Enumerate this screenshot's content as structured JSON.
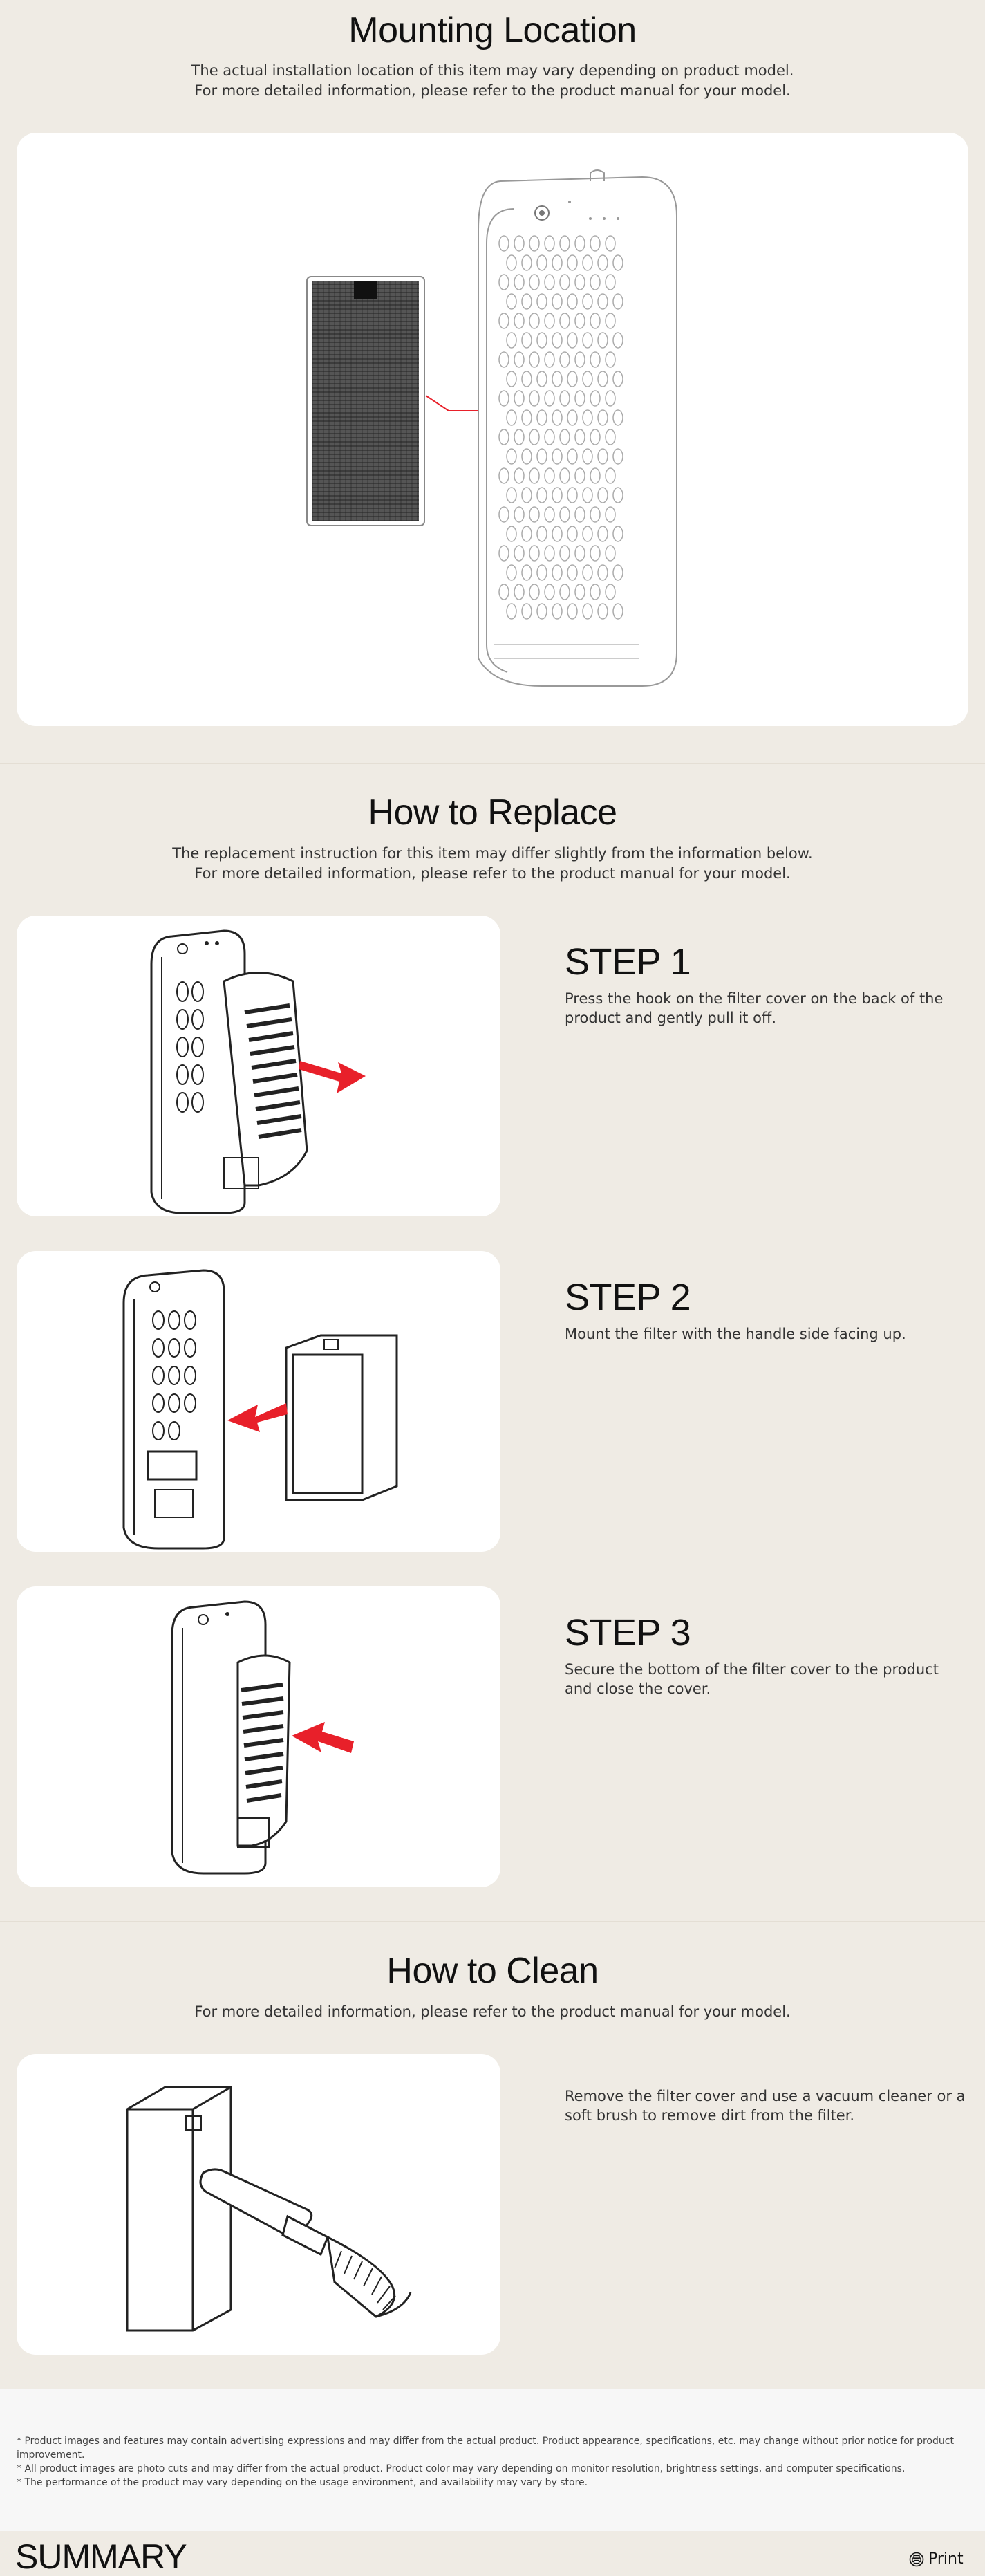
{
  "mounting": {
    "title": "Mounting Location",
    "subtitle_line1": "The actual installation location of this item may vary depending on product model.",
    "subtitle_line2": "For more detailed information, please refer to the product manual for your model."
  },
  "replace": {
    "title": "How to Replace",
    "subtitle_line1": "The replacement instruction for this item may differ slightly from the information below.",
    "subtitle_line2": "For more detailed information, please refer to the product manual for your model.",
    "steps": [
      {
        "title": "STEP 1",
        "desc": "Press the hook on the filter cover on the back of the product and gently pull it off."
      },
      {
        "title": "STEP 2",
        "desc": "Mount the filter with the handle side facing up."
      },
      {
        "title": "STEP 3",
        "desc": "Secure the bottom of the filter cover to the product and close the cover."
      }
    ]
  },
  "clean": {
    "title": "How to Clean",
    "subtitle": "For more detailed information, please refer to the product manual for your model.",
    "desc": "Remove the filter cover and use a vacuum cleaner or a soft brush to remove dirt from the filter."
  },
  "footer": {
    "note1": "* Product images and features may contain advertising expressions and may differ from the actual product. Product appearance, specifications, etc. may change without prior notice for product improvement.",
    "note2": "* All product images are photo cuts and may differ from the actual product. Product color may vary depending on monitor resolution, brightness settings, and computer specifications.",
    "note3": "* The performance of the product may vary depending on the usage environment, and availability may vary by store."
  },
  "summary": {
    "title": "SUMMARY",
    "print_label": "Print",
    "print_icon": "printer-icon"
  },
  "colors": {
    "background": "#efebe4",
    "card": "#ffffff",
    "accent_arrow": "#e8202a"
  }
}
